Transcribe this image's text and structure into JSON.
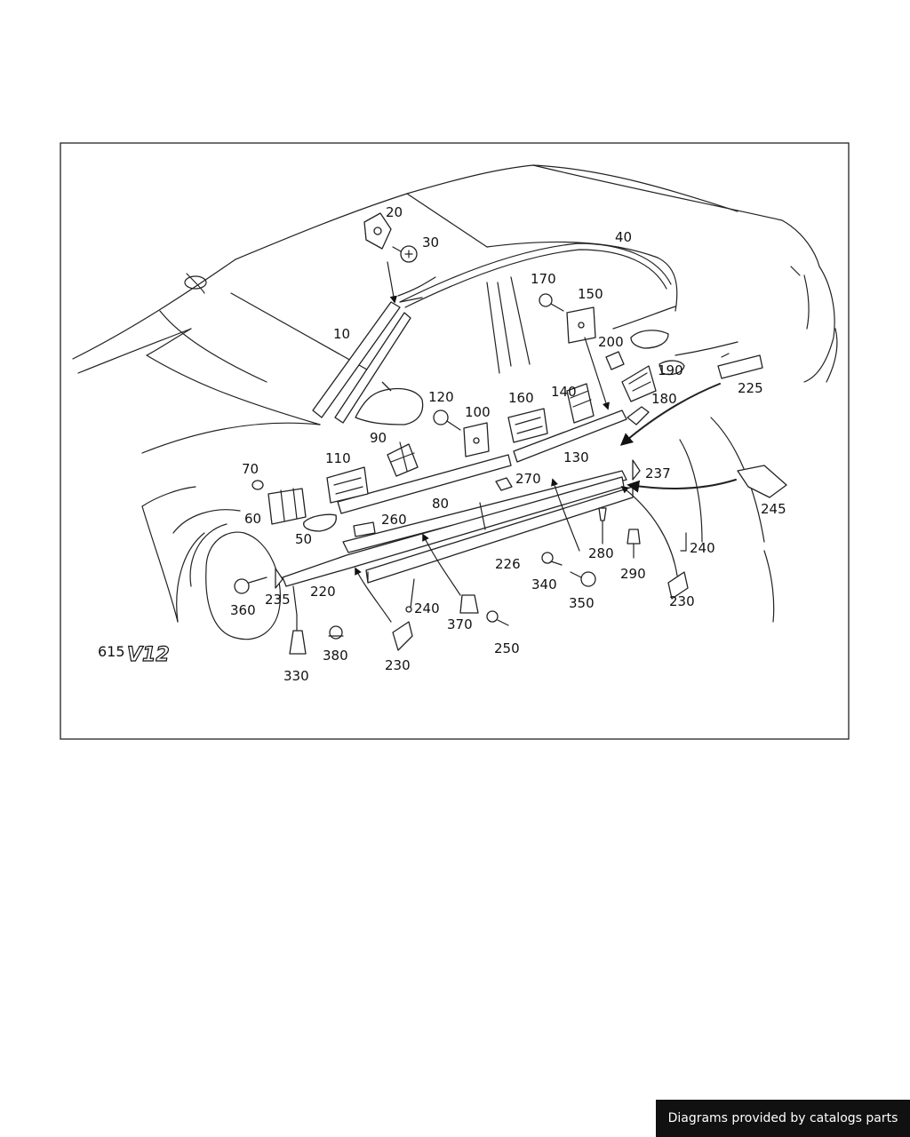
{
  "diagram": {
    "model_code": "615",
    "engine_badge": "V12",
    "callouts": [
      "10",
      "20",
      "30",
      "40",
      "50",
      "60",
      "70",
      "80",
      "90",
      "100",
      "110",
      "120",
      "130",
      "140",
      "150",
      "160",
      "170",
      "180",
      "190",
      "200",
      "220",
      "225",
      "226",
      "230",
      "230",
      "235",
      "237",
      "240",
      "240",
      "245",
      "250",
      "260",
      "270",
      "280",
      "290",
      "330",
      "340",
      "350",
      "360",
      "370",
      "380"
    ]
  },
  "footer": {
    "credit": "Diagrams provided by catalogs parts"
  }
}
